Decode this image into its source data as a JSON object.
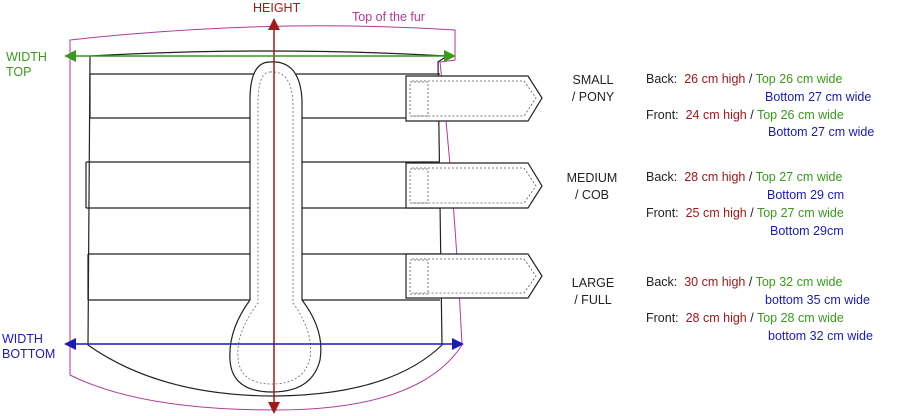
{
  "labels": {
    "height": "HEIGHT",
    "fur": "Top of the fur",
    "width_top": [
      "WIDTH",
      "TOP"
    ],
    "width_bottom": [
      "WIDTH",
      "BOTTOM"
    ]
  },
  "sizes": [
    {
      "name": [
        "SMALL",
        "/ PONY"
      ],
      "back": {
        "label": "Back:",
        "high": "26 cm high",
        "top": "Top 26 cm wide",
        "bottom": "Bottom  27 cm wide"
      },
      "front": {
        "label": "Front:",
        "high": "24 cm high",
        "top": "Top 26 cm wide",
        "bottom": "Bottom 27 cm wide"
      }
    },
    {
      "name": [
        "MEDIUM",
        "/ COB"
      ],
      "back": {
        "label": "Back:",
        "high": "28 cm high",
        "top": "Top 27 cm wide",
        "bottom": "Bottom 29 cm"
      },
      "front": {
        "label": "Front:",
        "high": "25 cm high",
        "top": "Top 27 cm wide",
        "bottom": "Bottom 29cm"
      }
    },
    {
      "name": [
        "LARGE",
        "/ FULL"
      ],
      "back": {
        "label": "Back:",
        "high": "30 cm high",
        "top": "Top 32 cm wide",
        "bottom": "bottom 35 cm wide"
      },
      "front": {
        "label": "Front:",
        "high": "28 cm high",
        "top": "Top 28 cm wide",
        "bottom": "bottom 32 cm wide"
      }
    }
  ],
  "colors": {
    "height": "#a01a1a",
    "width_top": "#3a9a1c",
    "width_bottom": "#1c1cb0",
    "fur_outline": "#b03a9a"
  }
}
